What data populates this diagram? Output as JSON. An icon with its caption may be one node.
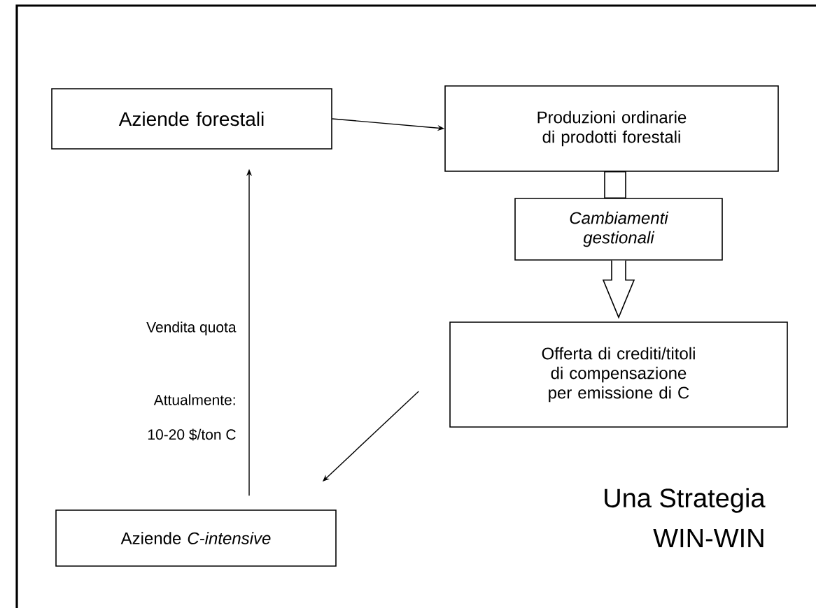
{
  "diagram": {
    "nodes": [
      {
        "text": [
          "Aziende forestali"
        ]
      },
      {
        "text": [
          "Produzioni ordinarie di prodotti forestali"
        ]
      },
      {
        "text": [
          "Cambiamenti gestionali"
        ]
      },
      {
        "text": [
          "Offerta di crediti/titoli di compensazione per emissione di C"
        ]
      },
      {
        "text": [
          "Aziende *C-intensive*"
        ]
      }
    ],
    "edges": [
      {
        "from": 0,
        "to": 1,
        "arrow": "to"
      },
      {
        "from": 1,
        "to": 2,
        "arrow": "none",
        "style": "thick"
      },
      {
        "from": 2,
        "to": 3,
        "arrow": "to",
        "style": "thick"
      },
      {
        "from": 3,
        "to": 4,
        "arrow": "to"
      },
      {
        "from": 4,
        "to": 0,
        "arrow": "to"
      }
    ],
    "labels": [
      "Vendita quota",
      "Attualmente:",
      "10-20 $/ton C",
      "Una Strategia",
      "WIN-WIN"
    ]
  }
}
